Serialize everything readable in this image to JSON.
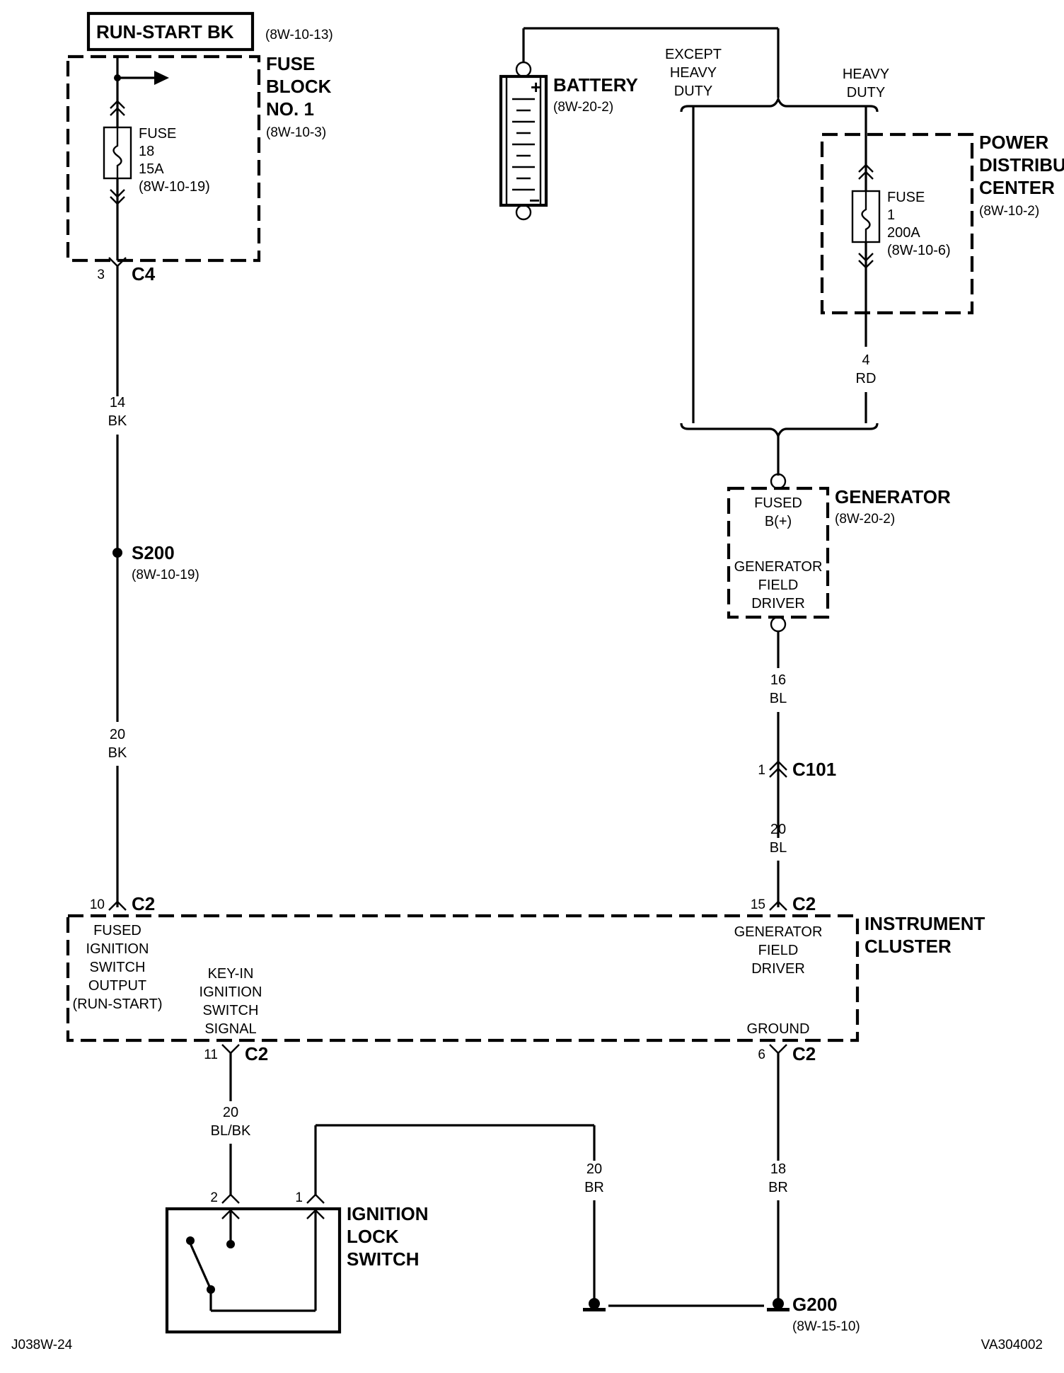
{
  "run_start": {
    "label": "RUN-START BK",
    "ref": "(8W-10-13)"
  },
  "fuse_block": {
    "title_lines": [
      "FUSE",
      "BLOCK",
      "NO. 1"
    ],
    "ref": "(8W-10-3)",
    "fuse_lines": [
      "FUSE",
      "18",
      "15A",
      "(8W-10-19)"
    ]
  },
  "c4": {
    "pin": "3",
    "name": "C4"
  },
  "wire_14bk": {
    "gauge": "14",
    "color": "BK"
  },
  "s200": {
    "name": "S200",
    "ref": "(8W-10-19)"
  },
  "wire_20bk": {
    "gauge": "20",
    "color": "BK"
  },
  "battery": {
    "name": "BATTERY",
    "ref": "(8W-20-2)",
    "plus": "+",
    "minus": "−"
  },
  "except_hd": [
    "EXCEPT",
    "HEAVY",
    "DUTY"
  ],
  "hd": [
    "HEAVY",
    "DUTY"
  ],
  "pdc": {
    "title_lines": [
      "POWER",
      "DISTRIBUT",
      "CENTER"
    ],
    "ref": "(8W-10-2)",
    "fuse_lines": [
      "FUSE",
      "1",
      "200A",
      "(8W-10-6)"
    ]
  },
  "wire_4rd": {
    "gauge": "4",
    "color": "RD"
  },
  "generator": {
    "name": "GENERATOR",
    "ref": "(8W-20-2)",
    "fused_lines": [
      "FUSED",
      "B(+)"
    ],
    "field_lines": [
      "GENERATOR",
      "FIELD",
      "DRIVER"
    ]
  },
  "wire_16bl": {
    "gauge": "16",
    "color": "BL"
  },
  "c101": {
    "pin": "1",
    "name": "C101"
  },
  "wire_20bl": {
    "gauge": "20",
    "color": "BL"
  },
  "ic": {
    "title_lines": [
      "INSTRUMENT",
      "CLUSTER"
    ],
    "pin10": "10",
    "pin15": "15",
    "pin11": "11",
    "pin6": "6",
    "conn": "C2",
    "fused_lines": [
      "FUSED",
      "IGNITION",
      "SWITCH",
      "OUTPUT",
      "(RUN-START)"
    ],
    "keyin_lines": [
      "KEY-IN",
      "IGNITION",
      "SWITCH",
      "SIGNAL"
    ],
    "gen_lines": [
      "GENERATOR",
      "FIELD",
      "DRIVER"
    ],
    "ground": "GROUND"
  },
  "wire_20blbk": {
    "gauge": "20",
    "color": "BL/BK"
  },
  "wire_20br": {
    "gauge": "20",
    "color": "BR"
  },
  "wire_18br": {
    "gauge": "18",
    "color": "BR"
  },
  "ignition": {
    "title_lines": [
      "IGNITION",
      "LOCK",
      "SWITCH"
    ],
    "pin2": "2",
    "pin1": "1"
  },
  "g200": {
    "name": "G200",
    "ref": "(8W-15-10)"
  },
  "footer": {
    "left": "J038W-24",
    "right": "VA304002"
  }
}
